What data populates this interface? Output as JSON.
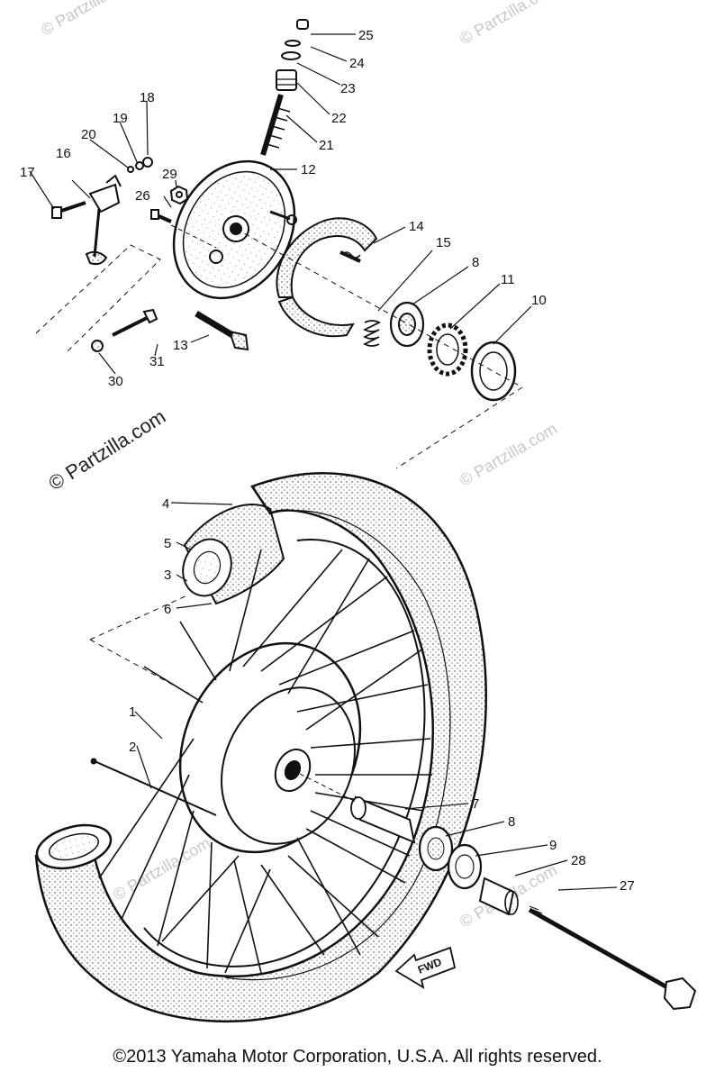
{
  "callouts": {
    "c1": "1",
    "c2": "2",
    "c3": "3",
    "c4": "4",
    "c5": "5",
    "c6": "6",
    "c7": "7",
    "c8a": "8",
    "c8b": "8",
    "c9": "9",
    "c10": "10",
    "c11": "11",
    "c12": "12",
    "c13": "13",
    "c14": "14",
    "c15": "15",
    "c16": "16",
    "c17": "17",
    "c18": "18",
    "c19": "19",
    "c20": "20",
    "c21": "21",
    "c22": "22",
    "c23": "23",
    "c24": "24",
    "c25": "25",
    "c26": "26",
    "c27": "27",
    "c28": "28",
    "c29": "29",
    "c30": "30",
    "c31": "31"
  },
  "fwd_label": "FWD",
  "watermark_main": "© Partzilla.com",
  "watermark_small": "© Partzilla.com",
  "copyright": "©2013 Yamaha Motor Corporation, U.S.A. All rights reserved."
}
